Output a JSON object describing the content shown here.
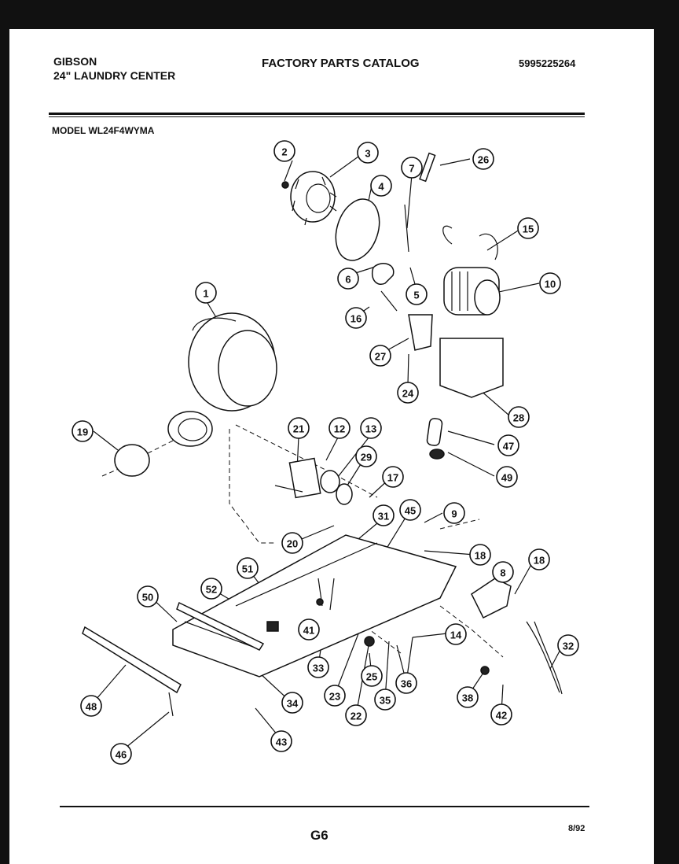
{
  "header": {
    "brand": "GIBSON",
    "product": "24\" LAUNDRY CENTER",
    "catalog": "FACTORY PARTS CATALOG",
    "part_number": "5995225264",
    "model": "MODEL WL24F4WYMA"
  },
  "footer": {
    "page": "G6",
    "date": "8/92"
  },
  "callouts": [
    "1",
    "2",
    "3",
    "4",
    "5",
    "6",
    "7",
    "8",
    "9",
    "10",
    "12",
    "13",
    "14",
    "15",
    "16",
    "17",
    "18",
    "18",
    "19",
    "20",
    "21",
    "22",
    "23",
    "24",
    "25",
    "26",
    "27",
    "28",
    "29",
    "31",
    "32",
    "33",
    "34",
    "35",
    "36",
    "38",
    "41",
    "42",
    "43",
    "45",
    "46",
    "47",
    "48",
    "49",
    "50",
    "51",
    "52"
  ],
  "colors": {
    "background": "#ffffff",
    "ink": "#111111",
    "frame": "#111111"
  }
}
